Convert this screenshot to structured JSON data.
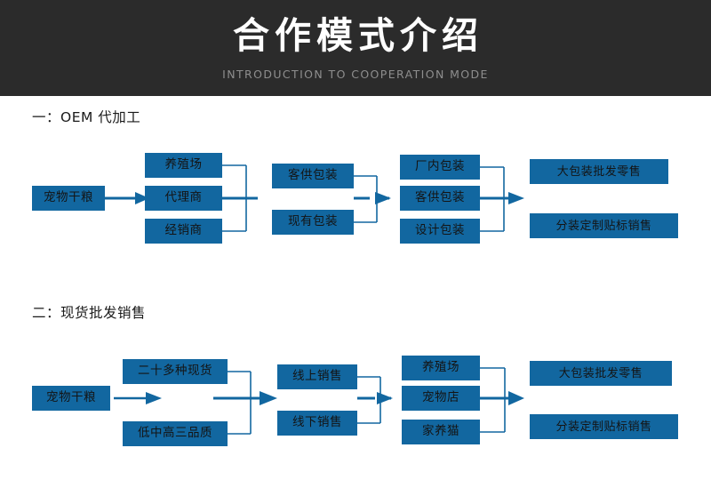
{
  "banner": {
    "title": "合作模式介绍",
    "subtitle": "INTRODUCTION TO COOPERATION MODE",
    "bg_color": "#2b2b2b",
    "title_color": "#ffffff",
    "subtitle_color": "#8e8e8e"
  },
  "theme": {
    "box_fill": "#1267a0",
    "box_text": "#141414",
    "connector": "#1267a0",
    "page_bg": "#ffffff"
  },
  "sections": [
    {
      "title": "一：OEM 代加工",
      "columns": [
        {
          "name": "source",
          "boxes": [
            "宠物干粮"
          ]
        },
        {
          "name": "channel",
          "boxes": [
            "养殖场",
            "代理商",
            "经销商"
          ]
        },
        {
          "name": "packaging-source",
          "boxes": [
            "客供包装",
            "现有包装"
          ]
        },
        {
          "name": "packaging-type",
          "boxes": [
            "厂内包装",
            "客供包装",
            "设计包装"
          ]
        },
        {
          "name": "sales-mode",
          "boxes": [
            "大包装批发零售",
            "分装定制贴标销售"
          ]
        }
      ]
    },
    {
      "title": "二：现货批发销售",
      "columns": [
        {
          "name": "source",
          "boxes": [
            "宠物干粮"
          ]
        },
        {
          "name": "stock",
          "boxes": [
            "二十多种现货",
            "低中高三品质"
          ]
        },
        {
          "name": "sales-channel",
          "boxes": [
            "线上销售",
            "线下销售"
          ]
        },
        {
          "name": "customer",
          "boxes": [
            "养殖场",
            "宠物店",
            "家养猫"
          ]
        },
        {
          "name": "sales-mode",
          "boxes": [
            "大包装批发零售",
            "分装定制贴标销售"
          ]
        }
      ]
    }
  ]
}
